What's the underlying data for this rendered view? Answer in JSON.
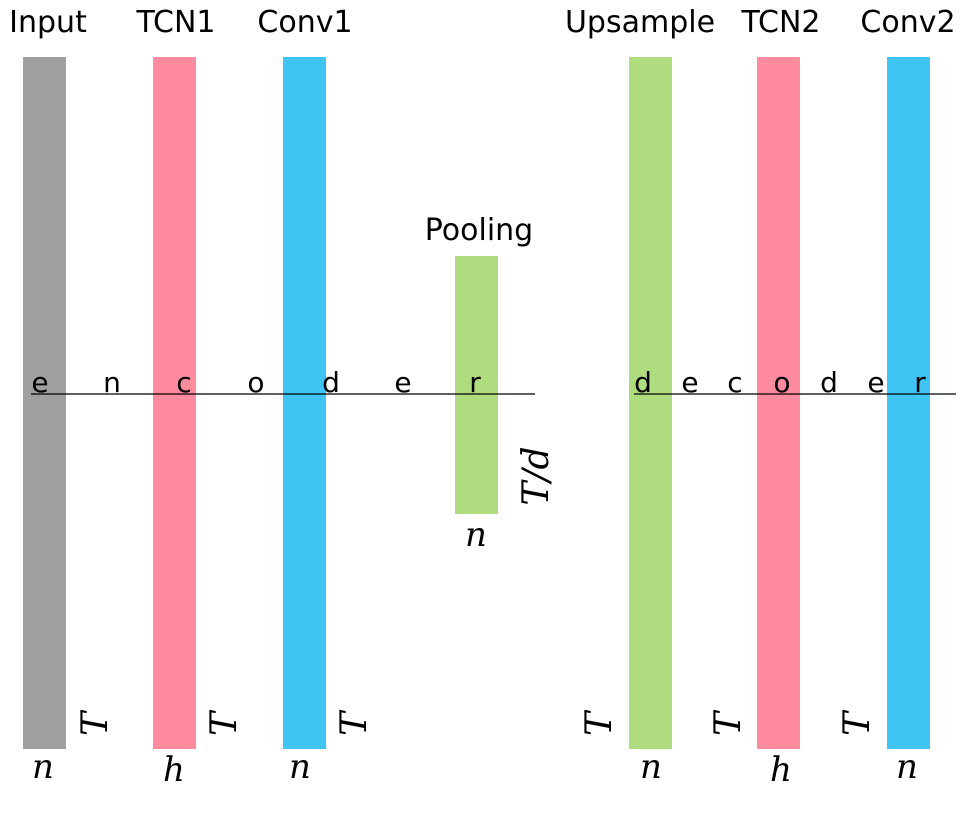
{
  "colors": {
    "input": "#a0a0a0",
    "tcn": "#ff8c9e",
    "conv": "#40c4f4",
    "pool": "#afdc7e",
    "line": "#000000"
  },
  "encoder": {
    "input": {
      "title": "Input",
      "width_label": "n",
      "length_label": "T"
    },
    "tcn1": {
      "title": "TCN1",
      "width_label": "h",
      "length_label": "T"
    },
    "conv1": {
      "title": "Conv1",
      "width_label": "n",
      "length_label": "T"
    },
    "pooling": {
      "title": "Pooling",
      "width_label": "n",
      "length_label": "T/d"
    },
    "word": [
      "e",
      "n",
      "c",
      "o",
      "d",
      "e",
      "r"
    ]
  },
  "decoder": {
    "upsample": {
      "title": "Upsample",
      "width_label": "n",
      "length_label": "T"
    },
    "tcn2": {
      "title": "TCN2",
      "width_label": "h",
      "length_label": "T"
    },
    "conv2": {
      "title": "Conv2",
      "width_label": "n",
      "length_label": "T"
    },
    "word": [
      "d",
      "e",
      "c",
      "o",
      "d",
      "e",
      "r"
    ]
  }
}
